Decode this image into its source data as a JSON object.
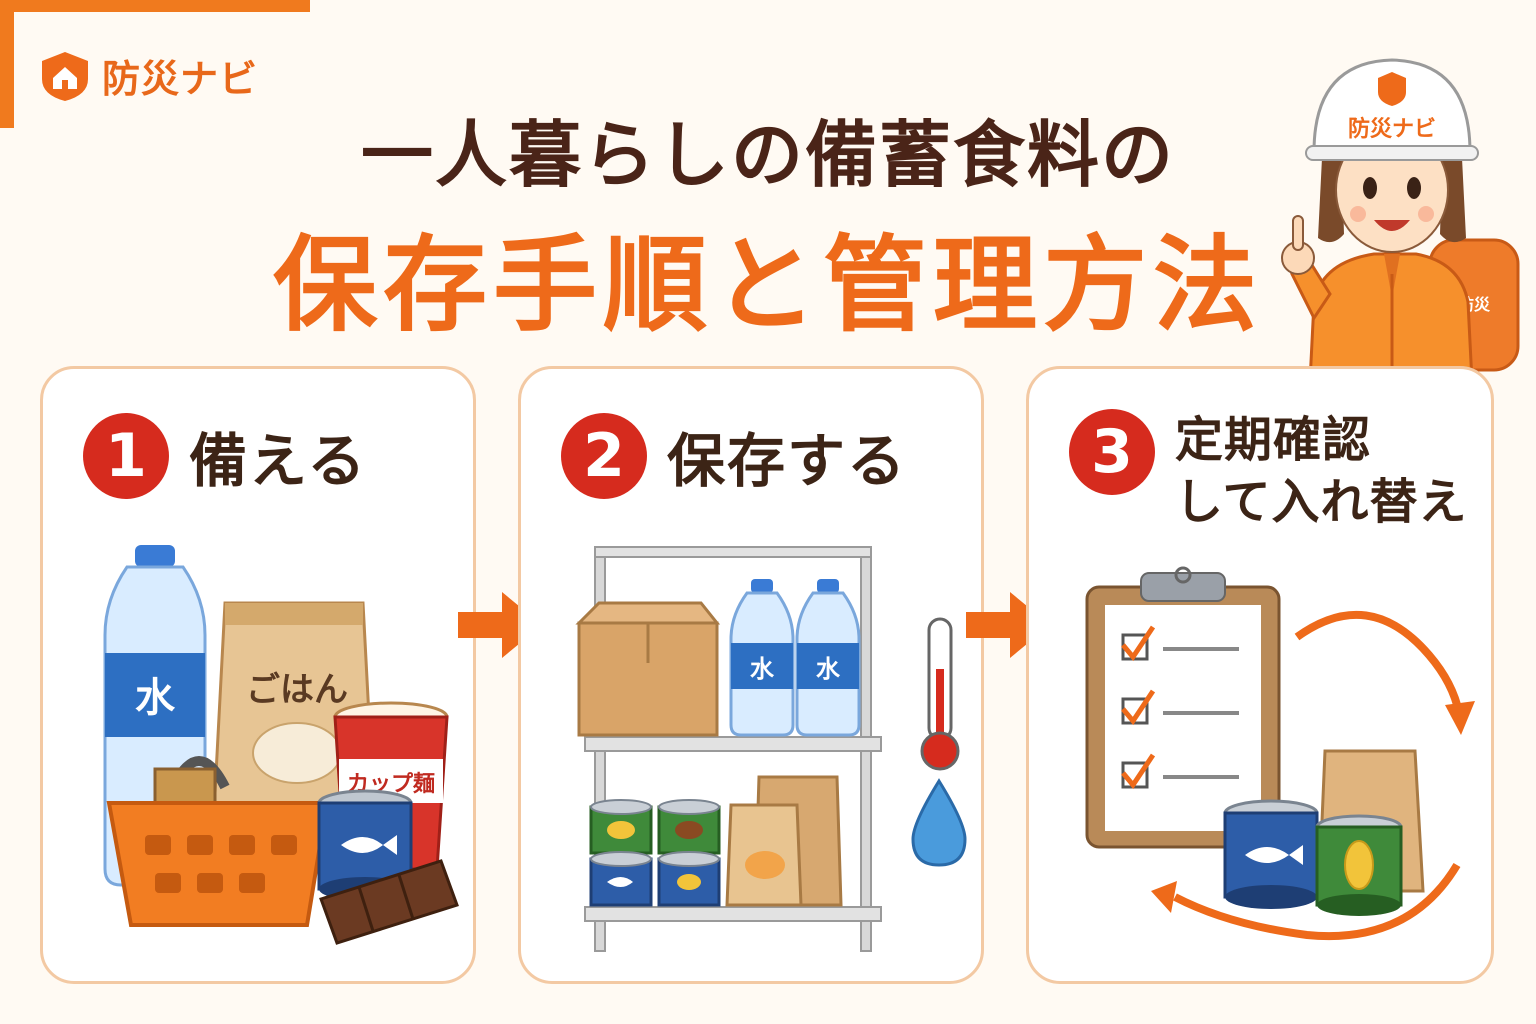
{
  "brand": {
    "name": "防災ナビ"
  },
  "title": {
    "line1": "一人暮らしの備蓄食料の",
    "line2": "保存手順と管理方法"
  },
  "mascot": {
    "helmet_text": "防災ナビ",
    "backpack_text": "防災"
  },
  "steps": [
    {
      "num": "1",
      "label": "備える",
      "item_labels": {
        "water": "水",
        "rice": "ごはん",
        "cup": "カップ麺"
      }
    },
    {
      "num": "2",
      "label": "保存する",
      "item_labels": {
        "water": "水"
      }
    },
    {
      "num": "3",
      "label_line1": "定期確認",
      "label_line2": "して入れ替え"
    }
  ],
  "colors": {
    "accent": "#ee6a1a",
    "number_badge": "#d62b1e",
    "dark_text": "#4a2418",
    "card_border": "#f3c9a3"
  }
}
